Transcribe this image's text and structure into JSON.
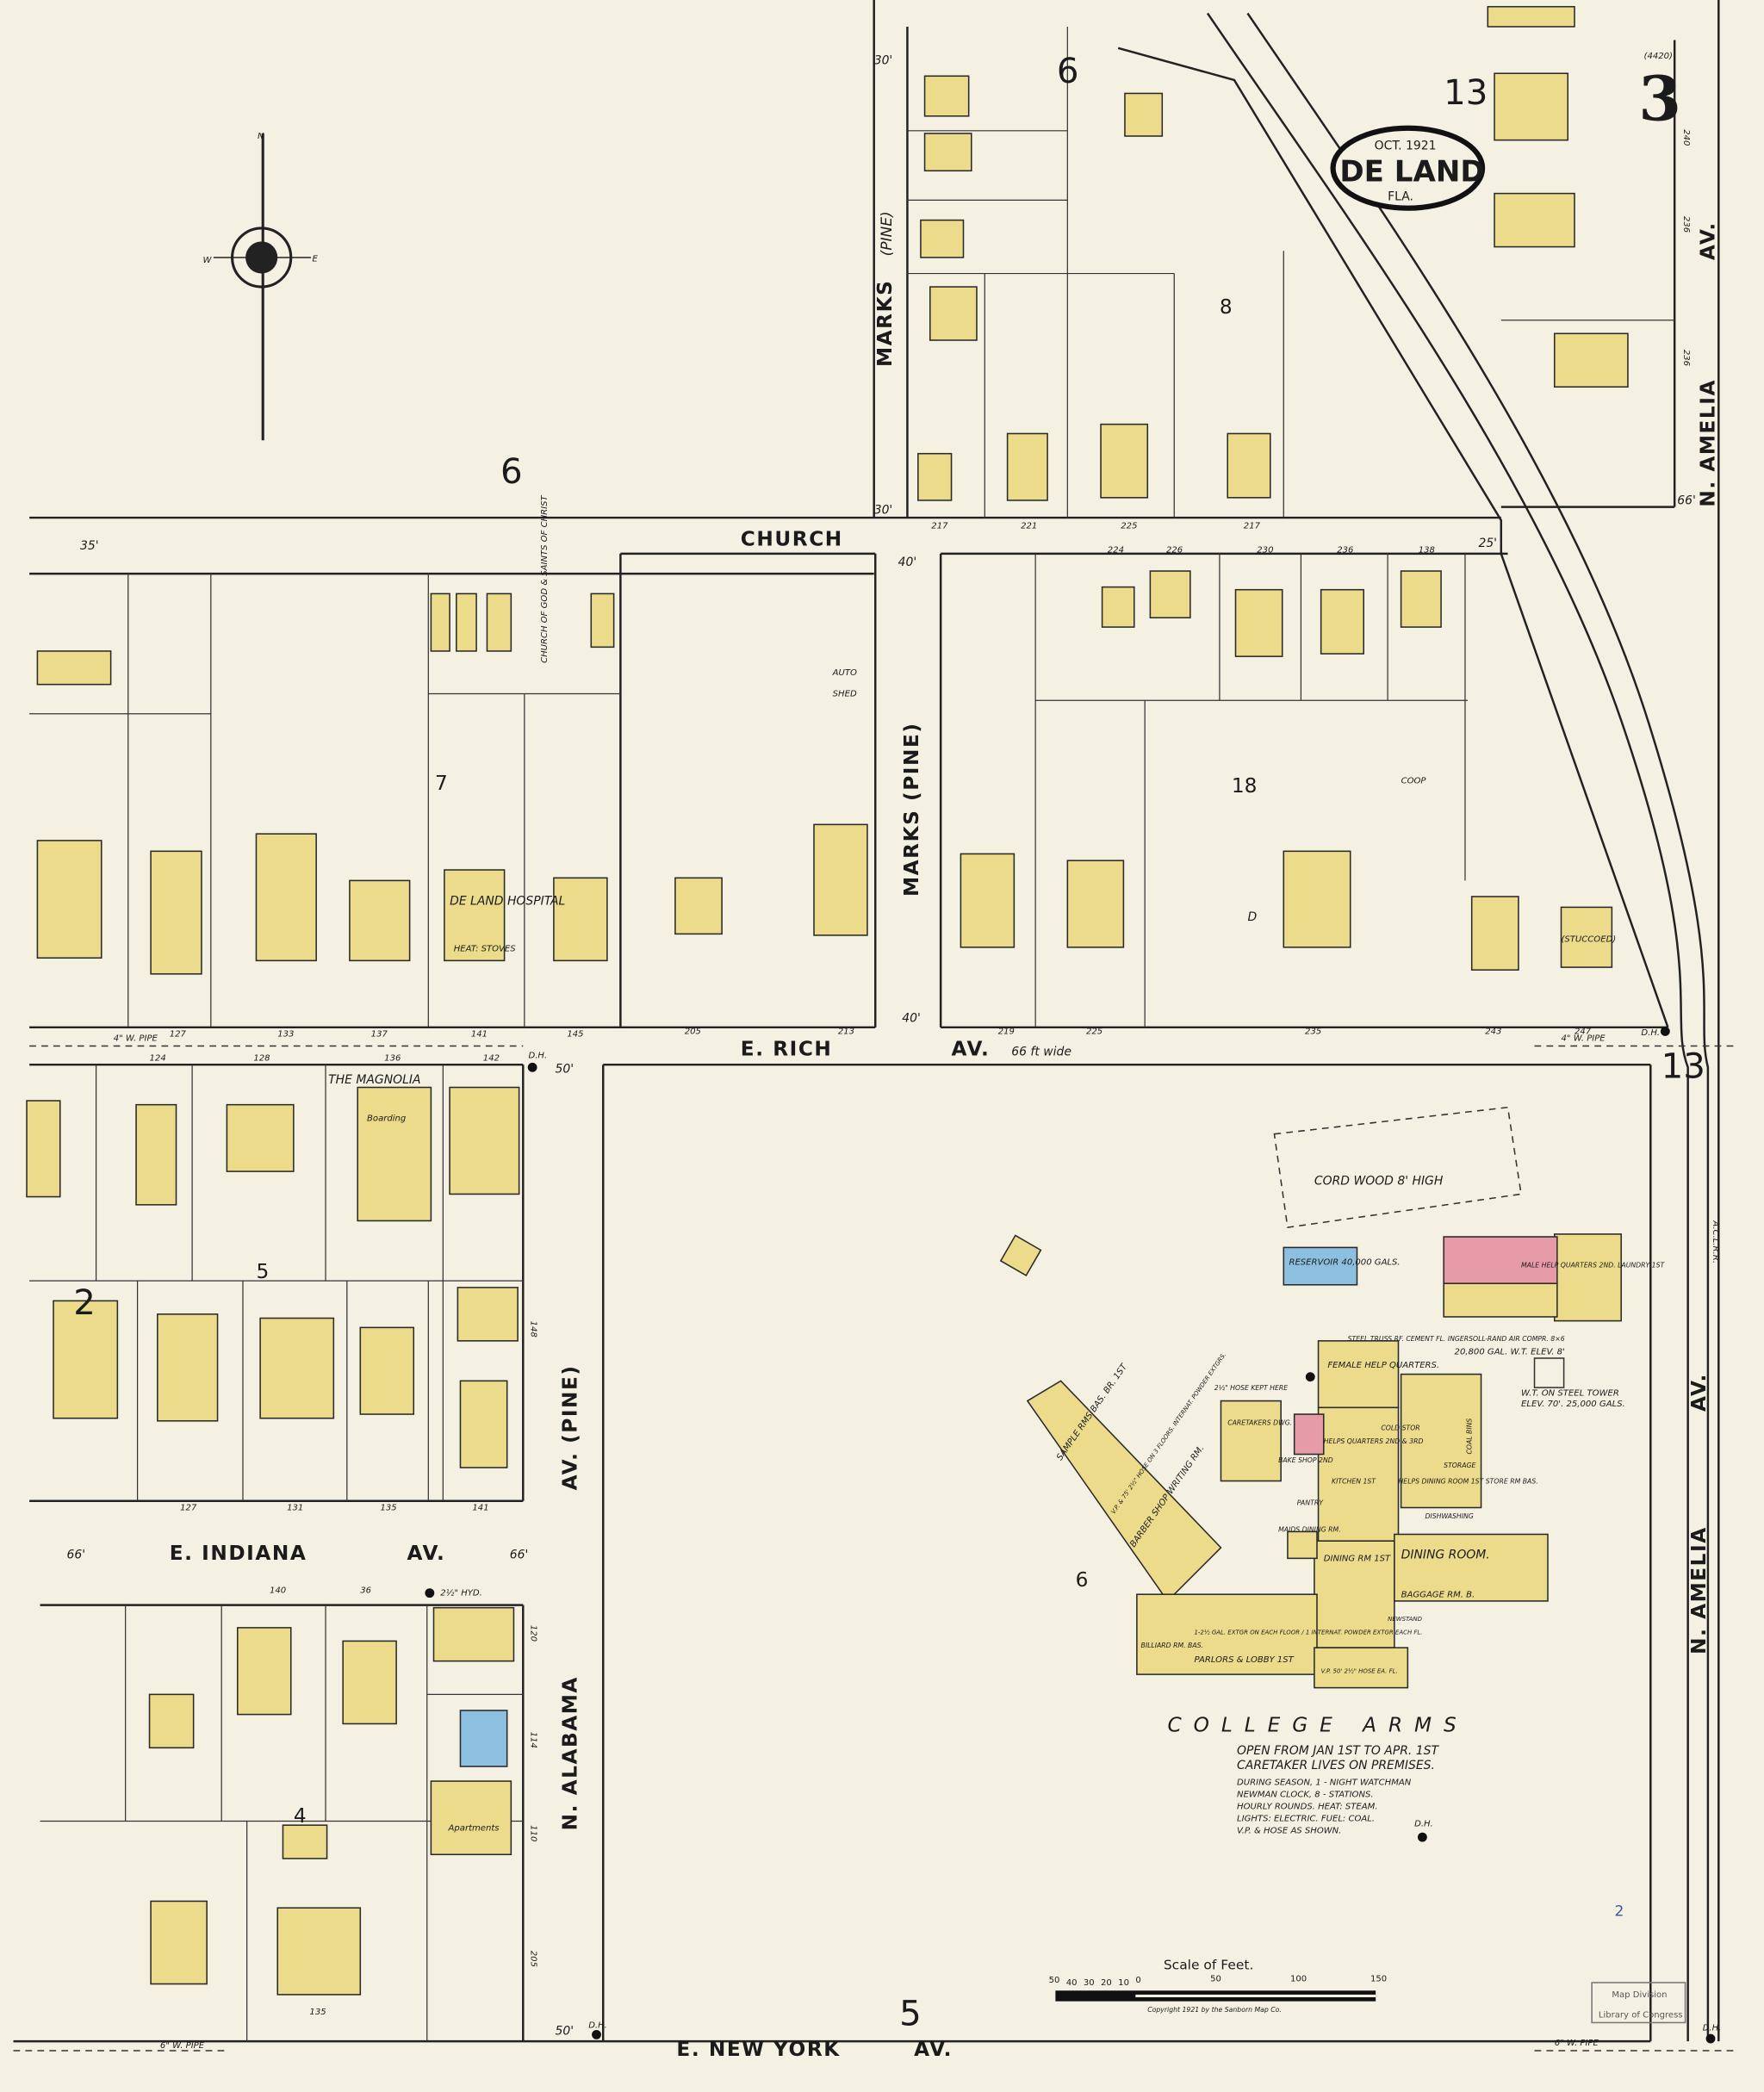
{
  "title": {
    "month_year": "OCT. 1921",
    "city": "DE LAND",
    "state": "FLA."
  },
  "sheet_number": "3",
  "adjoining_sheets": {
    "top_right": "13",
    "right": "13",
    "corner_ref": "(4420)"
  },
  "compass": {
    "north": "N",
    "east": "E",
    "west": "W"
  },
  "streets": {
    "church": "CHURCH",
    "marks_top": "MARKS",
    "marks_top_pine": "(PINE)",
    "marks_mid": "MARKS (PINE)",
    "rich": "E. RICH",
    "rich_av": "AV.",
    "rich_width": "66 ft wide",
    "indiana": "E. INDIANA",
    "indiana_av": "AV.",
    "alabama": "N. ALABAMA",
    "alabama_av": "AV. (PINE)",
    "new_york": "E. NEW YORK",
    "new_york_av": "AV.",
    "amelia_top": "N. AMELIA",
    "amelia_top_av": "AV.",
    "amelia_bottom": "N. AMELIA",
    "amelia_bottom_av": "AV.",
    "railroad": "A.C.L.R.R."
  },
  "block_numbers": [
    "6",
    "6",
    "8",
    "13",
    "7",
    "18",
    "5",
    "2",
    "4",
    "6",
    "5"
  ],
  "pipes": {
    "rich_west": "4\" W. PIPE",
    "rich_east": "4\" W. PIPE",
    "ny_west": "6\" W. PIPE",
    "ny_east": "6\" W. PIPE",
    "hydrant": "2½\" HYD."
  },
  "widths": {
    "w35": "35'",
    "w30": "30'",
    "w40": "40'",
    "w50": "50'",
    "w66": "66'",
    "w25": "25'"
  },
  "dh_label": "D.H.",
  "addresses": {
    "church_south_left": [
      "127",
      "133",
      "137",
      "141",
      "145"
    ],
    "church_north": [
      "217",
      "221",
      "225",
      "217"
    ],
    "church_south_right": [
      "224",
      "226",
      "230",
      "236",
      "138"
    ],
    "rich_south": [
      "124",
      "128",
      "136",
      "142"
    ],
    "rich_north_right": [
      "205",
      "213",
      "219",
      "225",
      "235",
      "243",
      "247"
    ],
    "indiana_north": [
      "127",
      "131",
      "135",
      "141"
    ],
    "indiana_south": [
      "140",
      "36"
    ],
    "ny_north": [
      "135"
    ],
    "alabama_west": [
      "148",
      "120",
      "114",
      "110",
      "205"
    ],
    "amelia_west": [
      "240",
      "236",
      "236"
    ]
  },
  "building_labels": {
    "church_of_god": "CHURCH OF GOD & SAINTS OF CHRIST",
    "hospital": "DE LAND HOSPITAL",
    "hospital_note": "HEAT: STOVES",
    "magnolia": "THE MAGNOLIA",
    "boarding": "Boarding",
    "apartments": "Apartments",
    "stuccoed": "(STUCCOED)",
    "auto": "AUTO",
    "shed": "SHED",
    "coop": "COOP",
    "dwelling": "D",
    "cord_wood": "CORD WOOD 8' HIGH",
    "reservoir": "RESERVOIR 40,000 GALS.",
    "tank": "W.T. ON STEEL TOWER ELEV. 70'. 25,000 GALS.",
    "tank2": "20,800 GAL. W.T. ELEV. 8'",
    "pump_house": "STEEL TRUSS RF. CEMENT FL. INGERSOLL-RAND AIR COMPR. 8×6",
    "laundry": "MALE HELP QUARTERS 2ND. LAUNDRY 1ST",
    "female_help": "FEMALE HELP QUARTERS.",
    "caretakers": "CARETAKERS DWG.",
    "hose_kept": "2½\" HOSE KEPT HERE",
    "bake_shop": "BAKE SHOP 2ND",
    "helps_quarters": "HELPS QUARTERS 2ND & 3RD",
    "cold_stor": "COLD STOR",
    "coal_bins": "COAL BINS",
    "storage": "STORAGE",
    "kitchen": "KITCHEN 1ST",
    "helps_dining": "HELPS DINING ROOM 1ST STORE RM BAS.",
    "pantry": "PANTRY",
    "dishwashing": "DISHWASHING",
    "maids_dining": "MAIDS DINING RM.",
    "dining_rm": "DINING RM 1ST",
    "dining_room": "DINING ROOM.",
    "baggage": "BAGGAGE RM. B.",
    "sample_rms": "SAMPLE RMS BAS. BR. 1ST",
    "barber": "BARBER SHOP WRITING RM.",
    "vp_note": "V.P. & 75' 2½\" HOSE ON 3 FLOORS. INTERNAT. POWDER EXTGRS.",
    "billiard": "BILLIARD RM. BAS.",
    "parlors": "PARLORS & LOBBY 1ST",
    "extgr": "1-2½ GAL. EXTGR ON EACH FLOOR / 1 INTERNAT. POWDER EXTGR EACH FL.",
    "newstand": "NEWSTAND",
    "vp_hose": "V.P. 50' 2½\" HOSE EA. FL."
  },
  "college_arms": {
    "name": "COLLEGE ARMS",
    "notes": [
      "OPEN FROM JAN 1ST TO APR. 1ST",
      "CARETAKER LIVES ON PREMISES."
    ],
    "fire_notes": [
      "DURING SEASON, 1 - NIGHT WATCHMAN",
      "NEWMAN CLOCK, 8 - STATIONS.",
      "HOURLY ROUNDS. HEAT: STEAM.",
      "LIGHTS: ELECTRIC. FUEL: COAL.",
      "V.P. & HOSE AS SHOWN."
    ]
  },
  "scale": {
    "title": "Scale of Feet.",
    "ticks": [
      "50",
      "40",
      "30",
      "20",
      "10",
      "0",
      "50",
      "100",
      "150"
    ],
    "copyright": "Copyright 1921 by the Sanborn Map Co."
  },
  "stamp": {
    "line1": "Map Division",
    "line2": "Library of Congress"
  },
  "page_mark": "2",
  "colors": {
    "paper": "#f4f1e2",
    "frame": "#ecdb8a",
    "brick": "#e79aa8",
    "stone": "#8dbfe0"
  }
}
